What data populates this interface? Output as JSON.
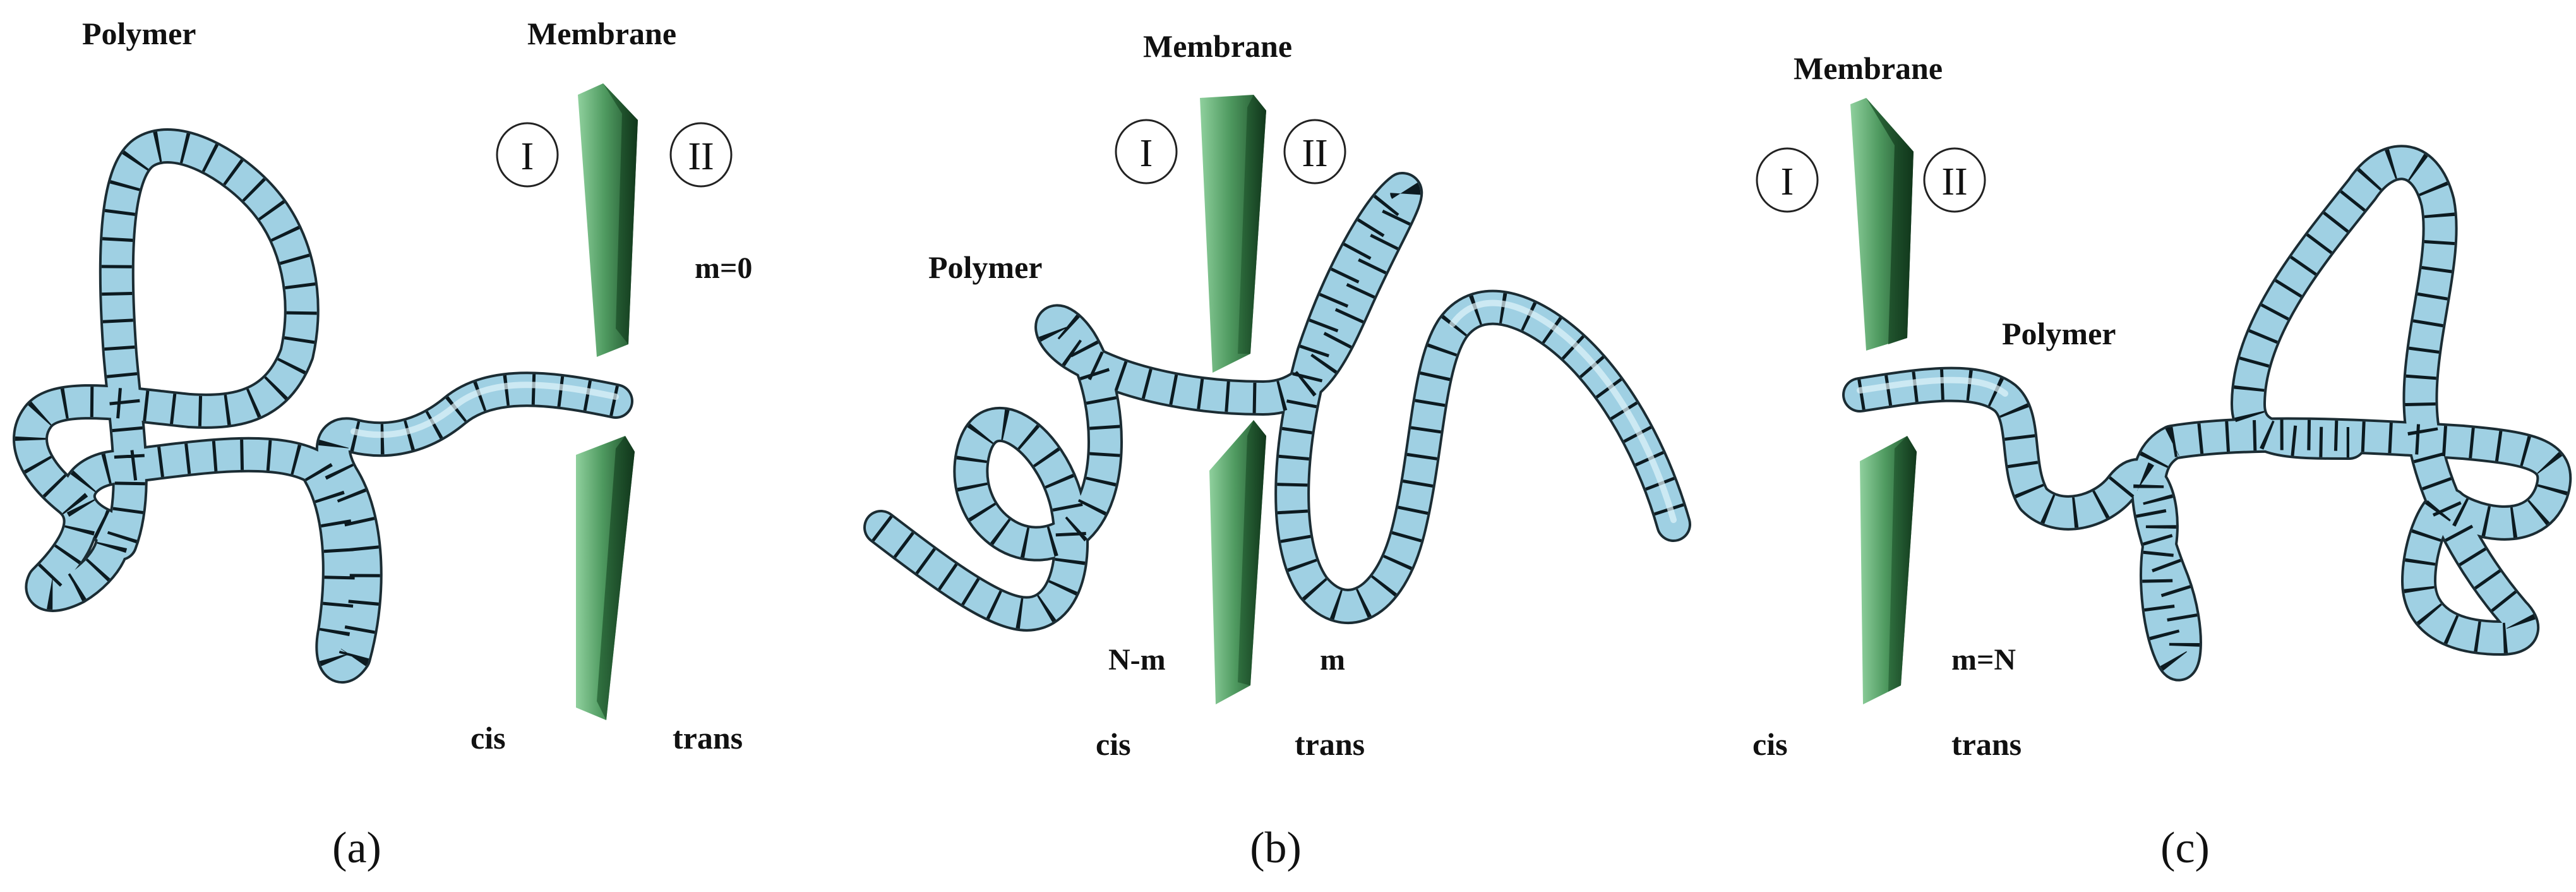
{
  "colors": {
    "polymer_fill": "#a9d7e8",
    "polymer_highlight": "#d9f0f8",
    "polymer_shadow": "#3f6373",
    "segment_bands": "#0c1a20",
    "membrane_light": "#7fc48f",
    "membrane_dark": "#1f5a2e",
    "background": "#ffffff"
  },
  "panels": [
    {
      "polymer_label": "Polymer",
      "membrane_label": "Membrane",
      "region_left": "I",
      "region_right": "II",
      "count_label": "m=0",
      "cis_label": "cis",
      "trans_label": "trans",
      "caption": "(a)"
    },
    {
      "polymer_label": "Polymer",
      "membrane_label": "Membrane",
      "region_left": "I",
      "region_right": "II",
      "count_left_label": "N-m",
      "count_right_label": "m",
      "cis_label": "cis",
      "trans_label": "trans",
      "caption": "(b)"
    },
    {
      "polymer_label": "Polymer",
      "membrane_label": "Membrane",
      "region_left": "I",
      "region_right": "II",
      "count_label": "m=N",
      "cis_label": "cis",
      "trans_label": "trans",
      "caption": "(c)"
    }
  ]
}
